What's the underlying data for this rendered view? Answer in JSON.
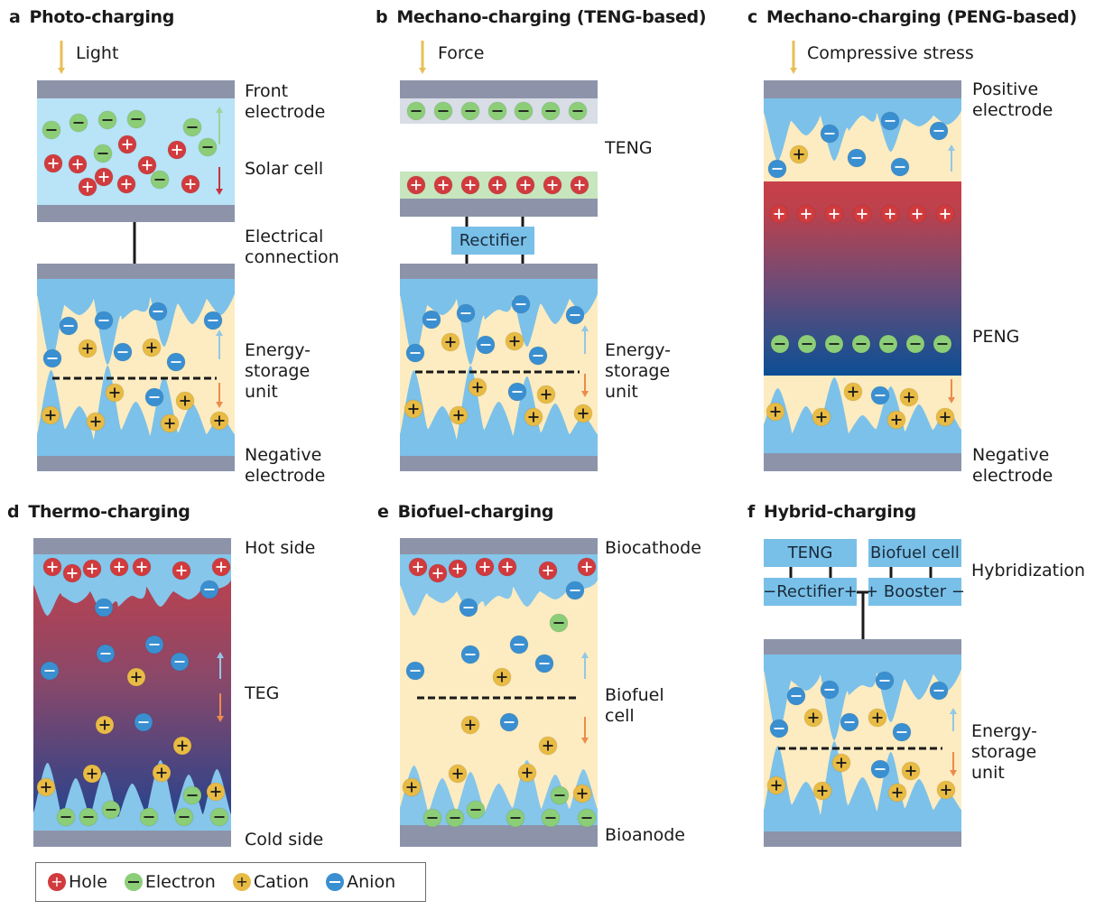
{
  "colors": {
    "electrode": "#8d94aa",
    "solar": "#b9e3f6",
    "electrolyte": "#fdecc1",
    "electrode_blue": "#7cc1e9",
    "hole": "#d13b3e",
    "electron": "#8ccd78",
    "cation": "#e8bb45",
    "anion": "#3a8fd1",
    "arrow_light": "#e7bf55",
    "arrow_up_green": "#9ed29a",
    "arrow_down_red": "#c8323f",
    "arrow_up_blue": "#93c7e6",
    "arrow_down_orange": "#ec8b4d",
    "teg_top": "#c2404a",
    "teg_bottom": "#213f84",
    "peng_top": "#c8404a",
    "peng_bottom": "#0d4f93",
    "teng_neg_layer": "#d8dde6",
    "teng_pos_layer": "#c7e6bd"
  },
  "panels": {
    "a": {
      "letter": "a",
      "title": "Photo-charging",
      "input": "Light",
      "labels": {
        "front": "Front\nelectrode",
        "solar": "Solar cell",
        "connection": "Electrical\nconnection",
        "storage": "Energy-\nstorage\nunit",
        "negative": "Negative\nelectrode"
      }
    },
    "b": {
      "letter": "b",
      "title": "Mechano-charging (TENG-based)",
      "input": "Force",
      "labels": {
        "teng": "TENG",
        "rectifier": "Rectifier",
        "storage": "Energy-\nstorage\nunit"
      }
    },
    "c": {
      "letter": "c",
      "title": "Mechano-charging (PENG-based)",
      "input": "Compressive stress",
      "labels": {
        "positive": "Positive\nelectrode",
        "peng": "PENG",
        "negative": "Negative\nelectrode"
      }
    },
    "d": {
      "letter": "d",
      "title": "Thermo-charging",
      "labels": {
        "hot": "Hot side",
        "teg": "TEG",
        "cold": "Cold side"
      }
    },
    "e": {
      "letter": "e",
      "title": "Biofuel-charging",
      "labels": {
        "biocathode": "Biocathode",
        "biofuel": "Biofuel\ncell",
        "bioanode": "Bioanode"
      }
    },
    "f": {
      "letter": "f",
      "title": "Hybrid-charging",
      "labels": {
        "teng": "TENG",
        "biofuel": "Biofuel cell",
        "rectifier": "−Rectifier+",
        "booster": "+ Booster −",
        "hybridization": "Hybridization",
        "storage": "Energy-\nstorage\nunit"
      }
    }
  },
  "legend": {
    "items": [
      {
        "label": "Hole",
        "type": "hole",
        "sign": "+"
      },
      {
        "label": "Electron",
        "type": "electron",
        "sign": "−"
      },
      {
        "label": "Cation",
        "type": "cation",
        "sign": "+"
      },
      {
        "label": "Anion",
        "type": "anion",
        "sign": "−"
      }
    ]
  }
}
